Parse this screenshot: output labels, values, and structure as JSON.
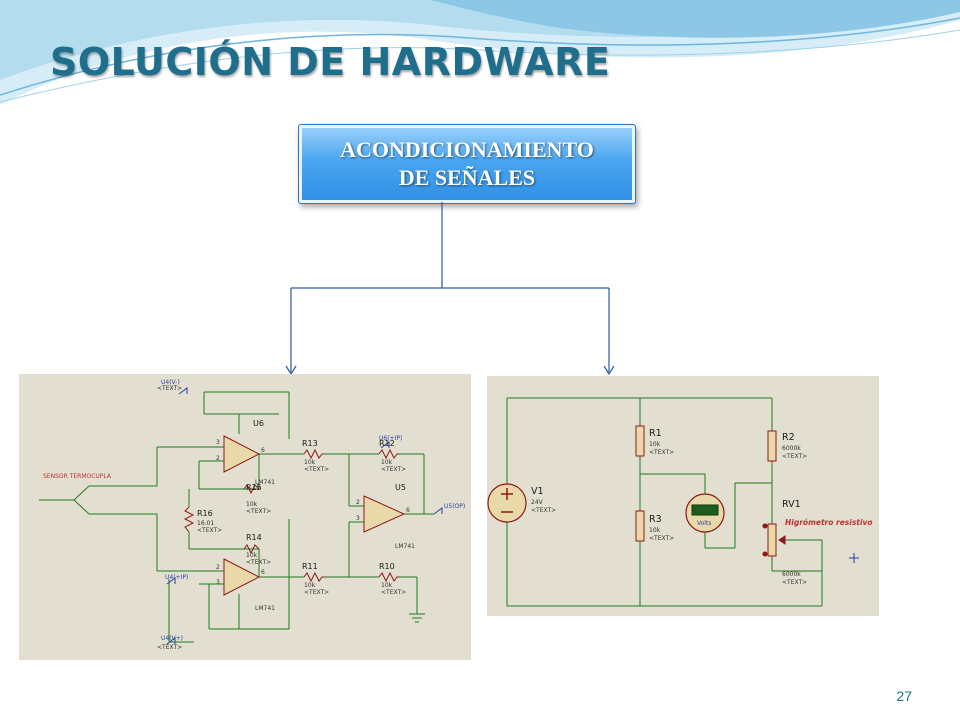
{
  "slide": {
    "title": "SOLUCIÓN DE HARDWARE",
    "page_number": "27"
  },
  "block": {
    "line1": "ACONDICIONAMIENTO",
    "line2": "DE SEÑALES"
  },
  "left_circuit": {
    "sensor_label": "SENSOR TERMOCUPLA",
    "u6": "U6",
    "u5": "U5",
    "lm741_u6": "LM741",
    "lm741_u5": "LM741",
    "lm741_u4": "LM741",
    "r13": "R13",
    "r13_val": "10k",
    "r12": "R12",
    "r12_val": "10k",
    "r15": "R15",
    "r15_val": "10k",
    "r16": "R16",
    "r16_val": "16.01",
    "r14": "R14",
    "r14_val": "10k",
    "r11": "R11",
    "r11_val": "10k",
    "r10": "R10",
    "r10_val": "10k",
    "u4_top": "U4(V-)",
    "u4_plus": "U4(+IP)",
    "u4_bottom": "U4(V+)",
    "u6_plus": "U6(+IP)",
    "u5_out": "U5(OP)",
    "text_tag": "<TEXT>",
    "pin2": "2",
    "pin3": "3",
    "pin6": "6"
  },
  "right_circuit": {
    "v1": "V1",
    "v1_val": "24V",
    "r1": "R1",
    "r1_val": "10k",
    "r3": "R3",
    "r3_val": "10k",
    "r2": "R2",
    "r2_val": "6000k",
    "rv1": "RV1",
    "rv1_val": "6000k",
    "rv1_desc": "Higrómetro resistivo",
    "meter_unit": "Volts",
    "text_tag": "<TEXT>"
  },
  "colors": {
    "title": "#1f6e8c",
    "block_fill": "#3f9eec",
    "connector": "#2a5aa5",
    "wire": "#1f7a1f",
    "resistor": "#8b1a1a",
    "panel_bg": "#e2dfd0"
  }
}
